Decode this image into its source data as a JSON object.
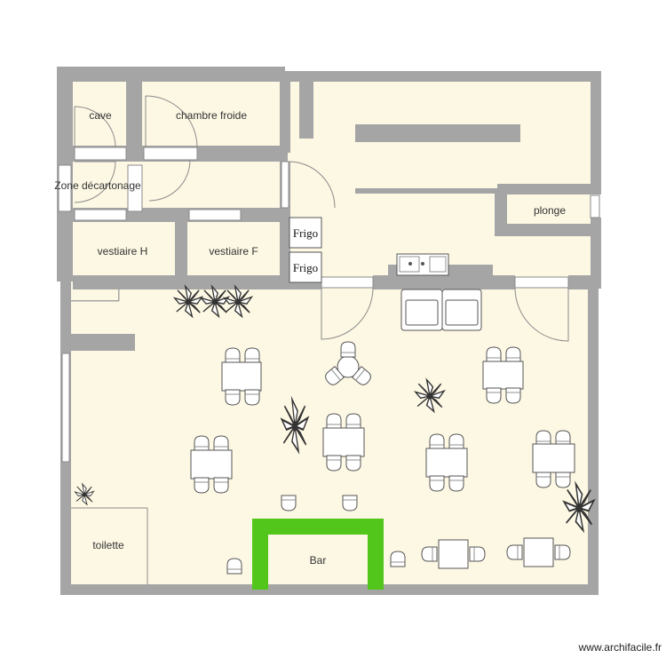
{
  "plan": {
    "colors": {
      "floor": "#fdf8e4",
      "wall": "#a5a5a5",
      "bar": "#52c61a",
      "furniture": "#ffffff",
      "plant": "#333333"
    },
    "rooms": {
      "cave": "cave",
      "chambre_froide": "chambre froide",
      "zone_decartonage": "Zone décartonage",
      "vestiaire_h": "vestiaire H",
      "vestiaire_f": "vestiaire F",
      "plonge": "plonge",
      "toilette": "toilette",
      "bar": "Bar"
    },
    "appliances": {
      "frigo_1": "Frigo",
      "frigo_2": "Frigo"
    },
    "credit": "www.archifacile.fr"
  }
}
